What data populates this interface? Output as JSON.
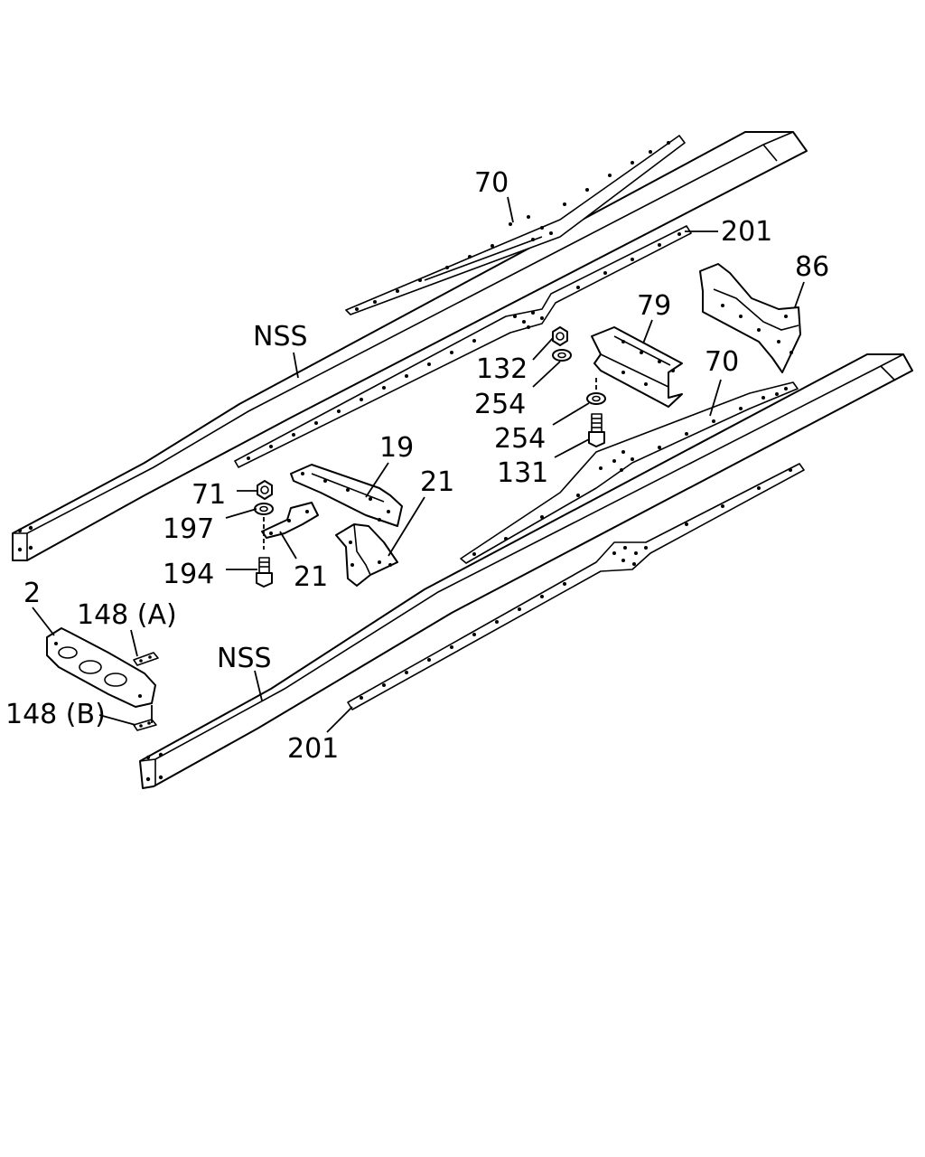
{
  "callouts": {
    "nss_upper": "NSS",
    "nss_lower": "NSS",
    "p70_upper": "70",
    "p70_lower": "70",
    "p201_upper": "201",
    "p201_lower": "201",
    "p86": "86",
    "p79": "79",
    "p132": "132",
    "p254_a": "254",
    "p254_b": "254",
    "p131": "131",
    "p19": "19",
    "p21_a": "21",
    "p21_b": "21",
    "p71": "71",
    "p197": "197",
    "p194": "194",
    "p2": "2",
    "p148a": "148 (A)",
    "p148b": "148 (B)"
  }
}
